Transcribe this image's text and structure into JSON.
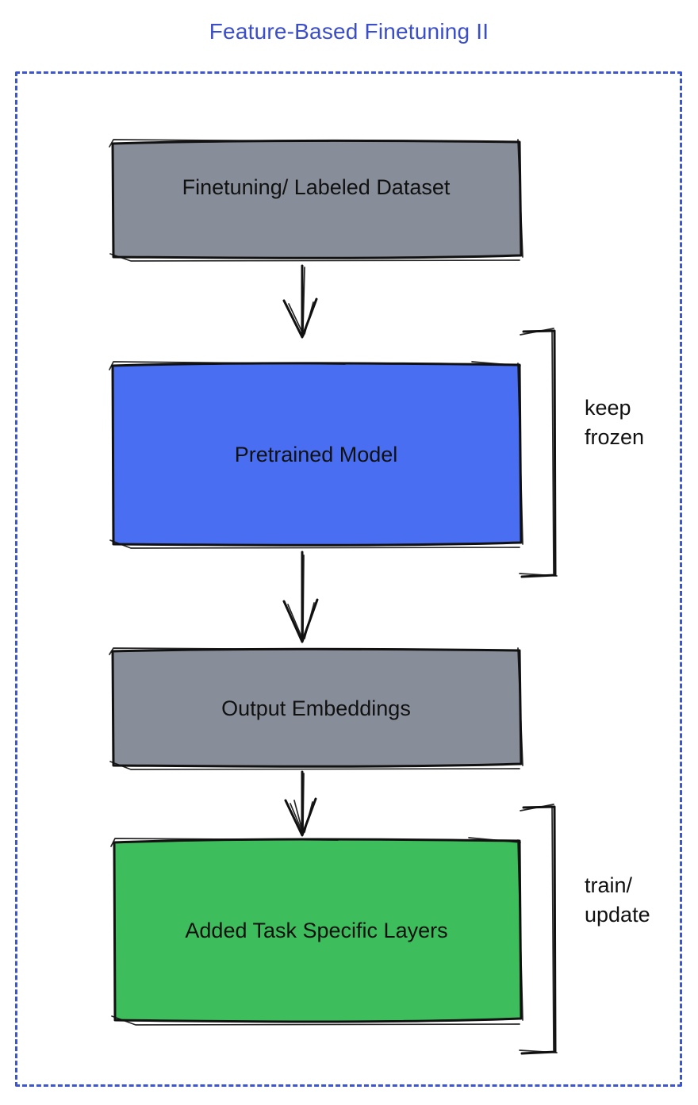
{
  "title": "Feature-Based Finetuning II",
  "colors": {
    "title-blue": "#3b4ec9",
    "frame-blue": "#3d55cf",
    "box-gray": "#878e99",
    "box-blue": "#4a6ef2",
    "box-green": "#3ebd5c",
    "ink": "#111111"
  },
  "boxes": {
    "dataset": {
      "label": "Finetuning/ Labeled Dataset"
    },
    "pretrained": {
      "label": "Pretrained Model"
    },
    "embeddings": {
      "label": "Output Embeddings"
    },
    "task_layers": {
      "label": "Added Task Specific Layers"
    }
  },
  "annotations": {
    "keep_frozen": {
      "label": "keep frozen"
    },
    "train_update": {
      "label": "train/ update"
    }
  }
}
